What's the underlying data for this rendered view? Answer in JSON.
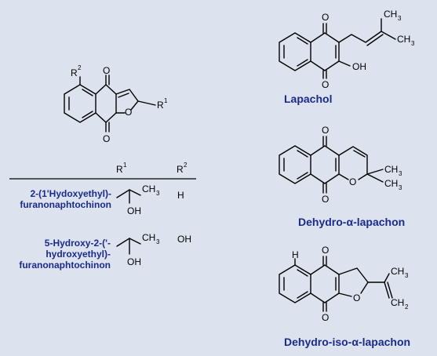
{
  "colors": {
    "background": "#dde3ee",
    "name_text": "#1a2a8c",
    "ink": "#000000"
  },
  "atoms": {
    "O": "O",
    "OH": "OH",
    "H": "H",
    "R": "R",
    "CH": "CH",
    "one": "1",
    "two": "2",
    "three": "3"
  },
  "table": {
    "col_r1": "R",
    "col_r2": "R",
    "rows": [
      {
        "name_lines": [
          "2-(1'Hydoxyethyl)-",
          "furanonaphtochinon"
        ],
        "r2": "H"
      },
      {
        "name_lines": [
          "5-Hydroxy-2-('-",
          "hydroxyethyl)-",
          "furanonaphtochinon"
        ],
        "r2": "OH"
      }
    ]
  },
  "compounds": {
    "lapachol": {
      "name": "Lapachol"
    },
    "dehydro_alpha": {
      "name_prefix": "Dehydro-",
      "greek": "α",
      "name_suffix": "-lapachon"
    },
    "dehydro_iso_alpha": {
      "name_prefix": "Dehydro-iso-",
      "greek": "α",
      "name_suffix": "-lapachon"
    }
  }
}
